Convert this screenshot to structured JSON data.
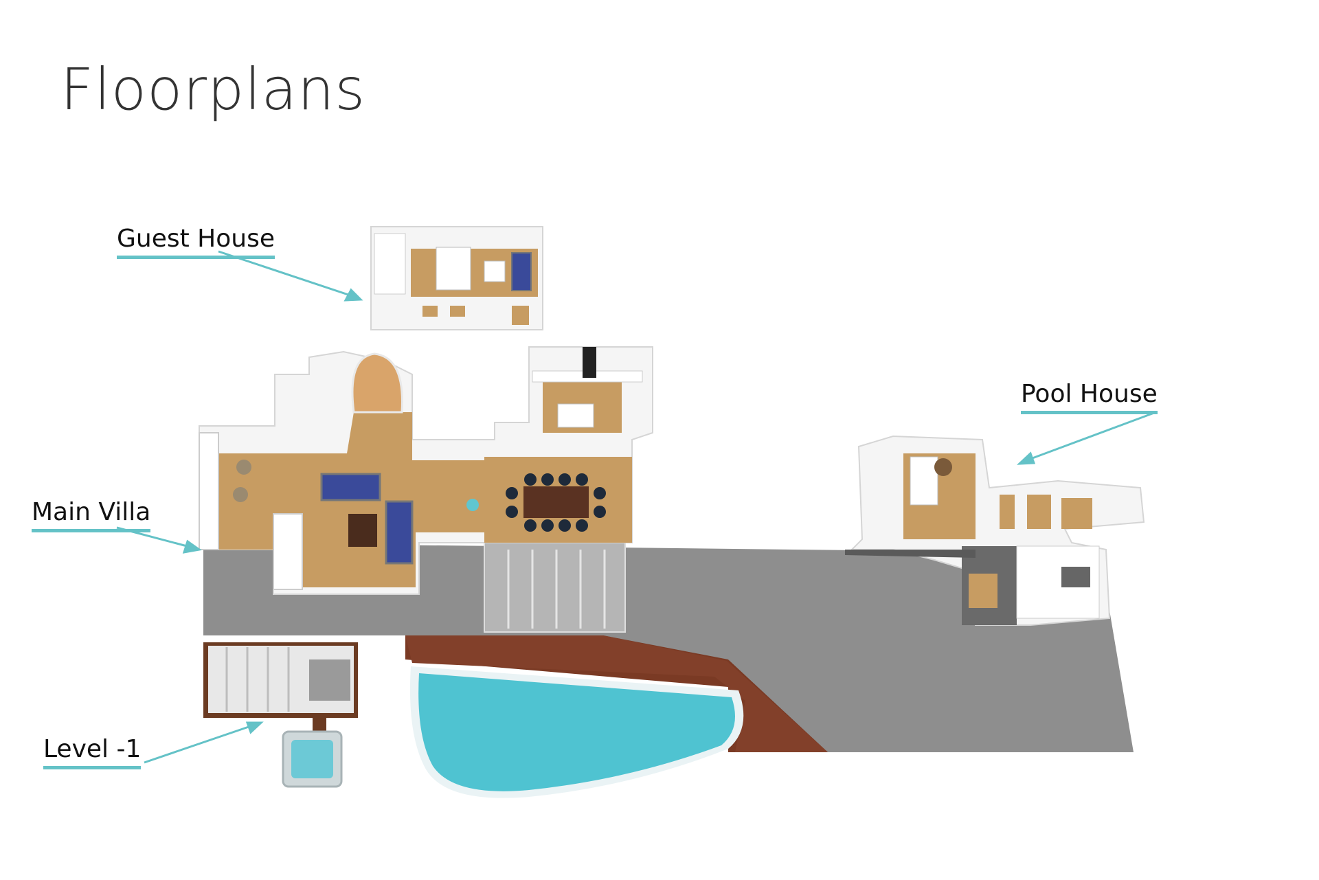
{
  "title": "Floorplans",
  "labels": {
    "guest_house": "Guest House",
    "main_villa": "Main Villa",
    "pool_house": "Pool House",
    "level_minus_1": "Level -1"
  },
  "colors": {
    "accent": "#64c2c7",
    "wood_floor": "#c79c62",
    "terrace": "#8e8e8e",
    "deck": "#7a3a24",
    "pool": "#4fc3d1",
    "wall": "#ffffff",
    "sofa": "#3a4a9a"
  }
}
